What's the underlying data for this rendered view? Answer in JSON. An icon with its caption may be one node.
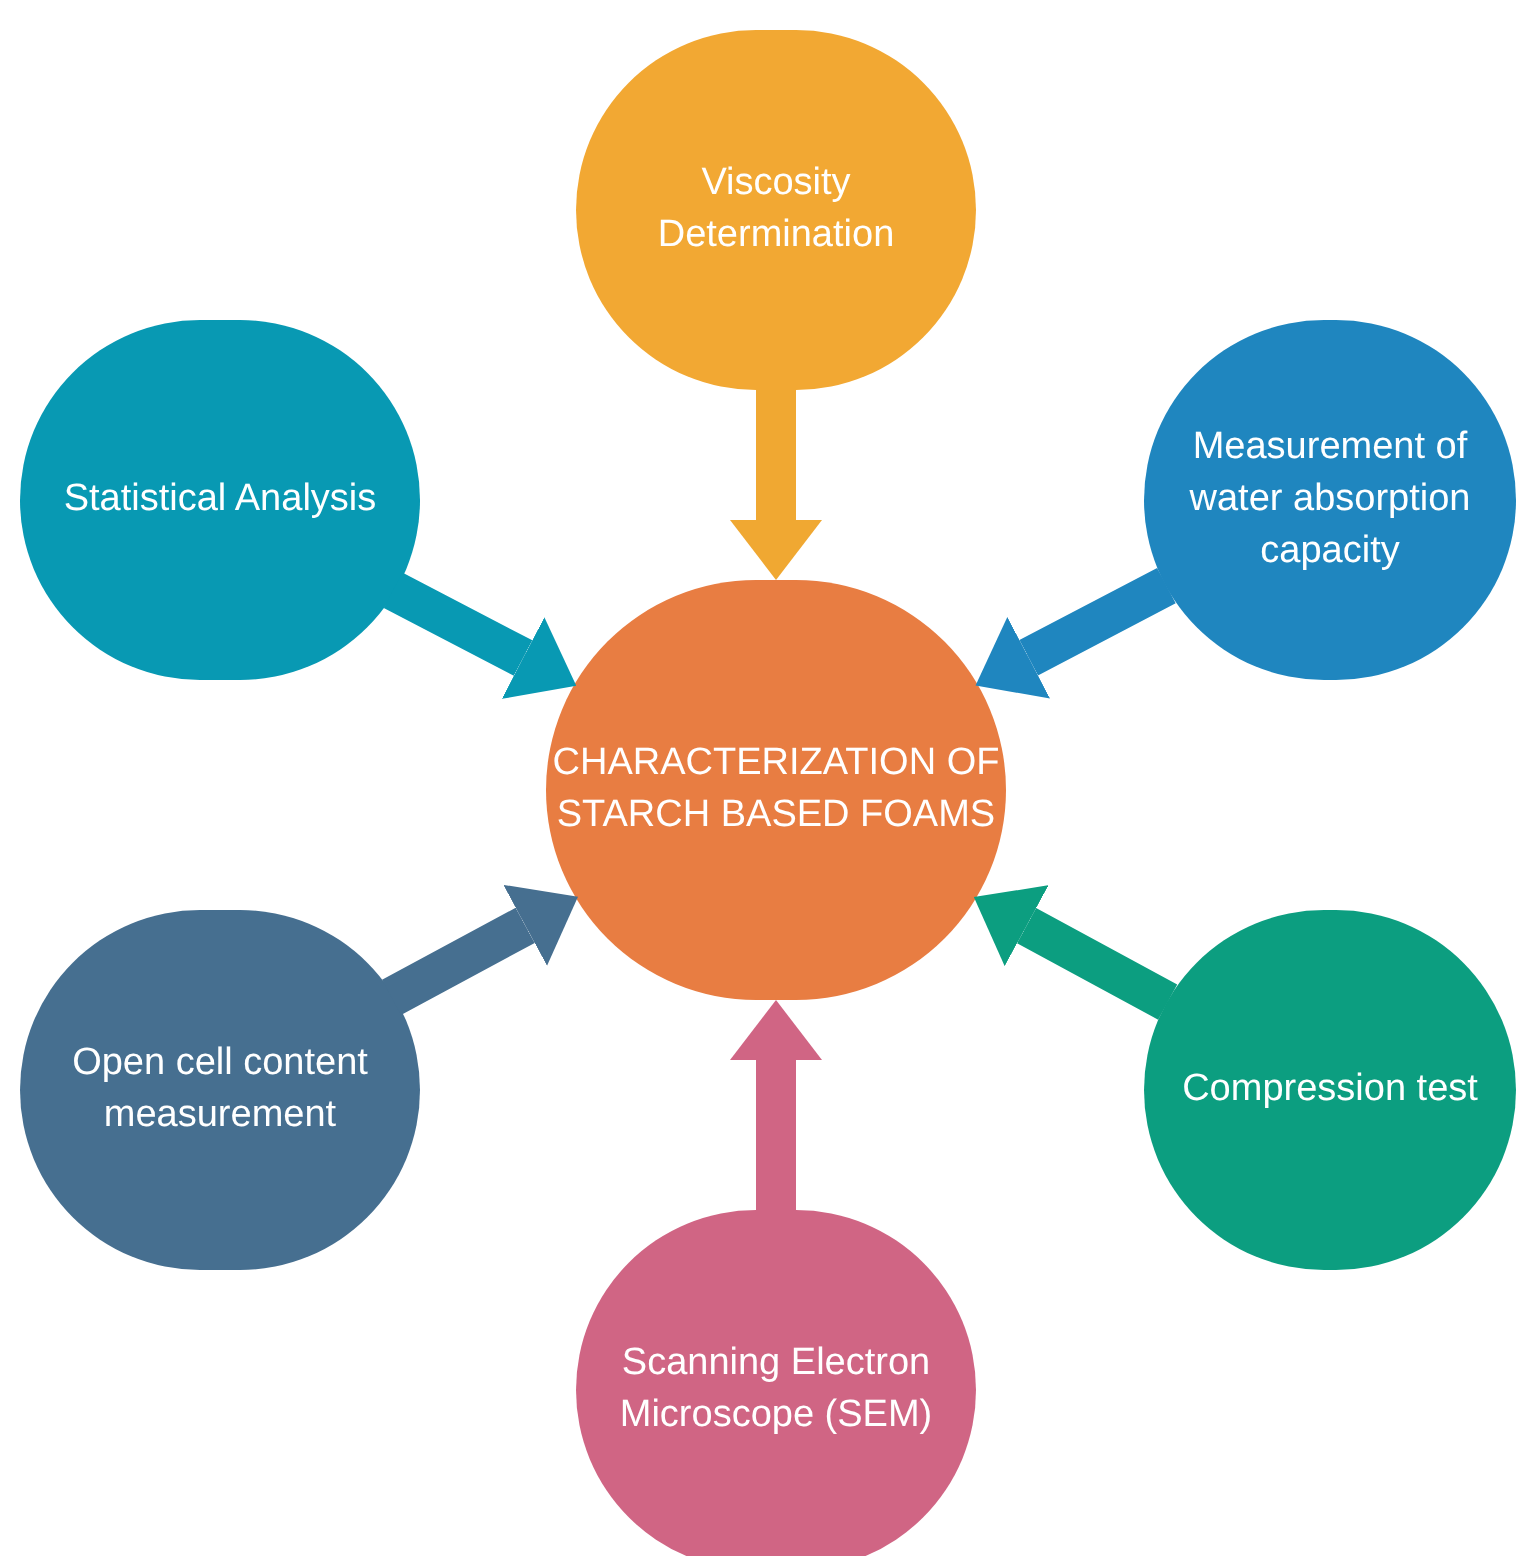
{
  "diagram": {
    "nodes": [
      {
        "text": [
          "Viscosity Determination"
        ]
      },
      {
        "text": [
          "Statistical Analysis"
        ]
      },
      {
        "text": [
          "Measurement of water absorption capacity"
        ]
      },
      {
        "text": [
          "CHARACTERIZATION OF STARCH BASED FOAMS"
        ]
      },
      {
        "text": [
          "Open cell content measurement"
        ]
      },
      {
        "text": [
          "Compression test"
        ]
      },
      {
        "text": [
          "Scanning Electron Microscope (SEM)"
        ]
      }
    ],
    "edges": [
      {
        "from": 0,
        "to": 3,
        "arrow": "to",
        "color": "#f0a832"
      },
      {
        "from": 1,
        "to": 3,
        "arrow": "to",
        "color": "#0899b3"
      },
      {
        "from": 2,
        "to": 3,
        "arrow": "to",
        "color": "#1f86bf"
      },
      {
        "from": 4,
        "to": 3,
        "arrow": "to",
        "color": "#466f90"
      },
      {
        "from": 5,
        "to": 3,
        "arrow": "to",
        "color": "#0c9e80"
      },
      {
        "from": 6,
        "to": 3,
        "arrow": "to",
        "color": "#d06584"
      }
    ]
  }
}
